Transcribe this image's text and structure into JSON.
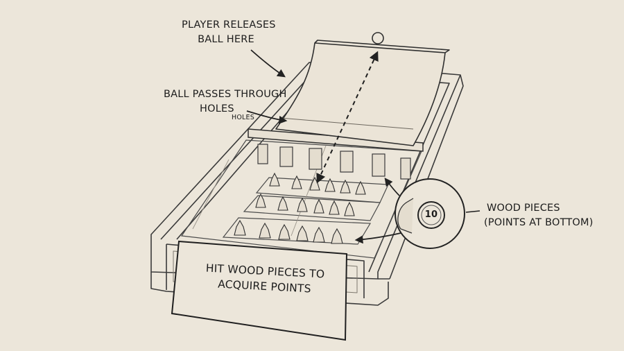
{
  "labels": {
    "release": {
      "line1": "PLAYER RELEASES",
      "line2": "BALL HERE"
    },
    "holes": {
      "line1": "BALL PASSES THROUGH",
      "line2": "HOLES",
      "small": "HOLES"
    },
    "wood": {
      "line1": "WOOD PIECES",
      "line2": "(POINTS AT BOTTOM)"
    },
    "hit": {
      "line1": "HIT WOOD PIECES TO",
      "line2": "ACQUIRE POINTS"
    },
    "badge": "10"
  },
  "colors": {
    "paper": "#ece6da",
    "ink": "#2a2a2a",
    "faint": "#8d877c"
  }
}
